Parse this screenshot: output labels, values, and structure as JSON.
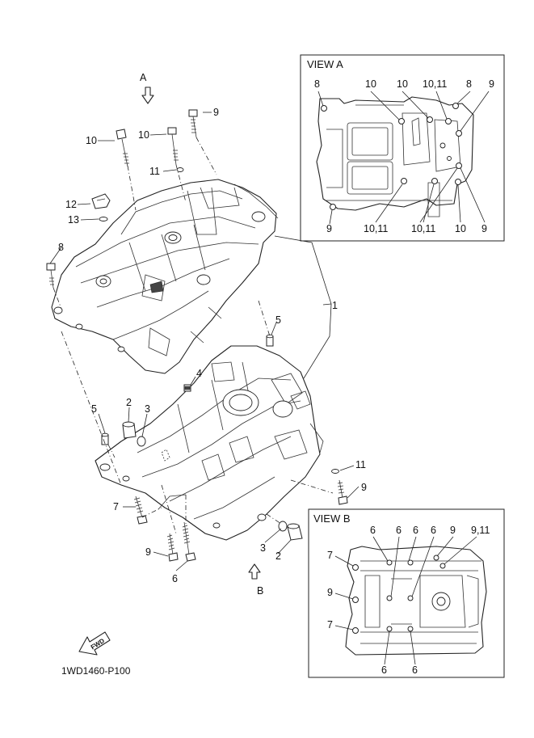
{
  "diagram_code": "1WD1460-P100",
  "view_a": {
    "title": "VIEW A",
    "labels_top": [
      "8",
      "10",
      "10",
      "10,11",
      "8",
      "9"
    ],
    "labels_bottom": [
      "9",
      "10,11",
      "10,11",
      "10",
      "9"
    ]
  },
  "view_b": {
    "title": "VIEW B",
    "labels_top": [
      "6",
      "6",
      "6",
      "6",
      "9",
      "9,11"
    ],
    "labels_left": [
      "7",
      "9",
      "7"
    ],
    "labels_bottom": [
      "6",
      "6"
    ]
  },
  "arrows": {
    "a": "A",
    "b": "B"
  },
  "fwd_label": "FWD",
  "callouts": {
    "n1": "1",
    "n2a": "2",
    "n2b": "2",
    "n3a": "3",
    "n3b": "3",
    "n4": "4",
    "n5a": "5",
    "n5b": "5",
    "n6": "6",
    "n7": "7",
    "n8": "8",
    "n9a": "9",
    "n9b": "9",
    "n9c": "9",
    "n10a": "10",
    "n10b": "10",
    "n11a": "11",
    "n11b": "11",
    "n12": "12",
    "n13": "13"
  }
}
